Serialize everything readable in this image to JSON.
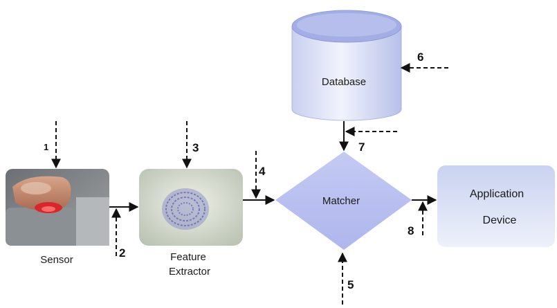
{
  "nodes": {
    "database": {
      "label": "Database"
    },
    "sensor": {
      "label": "Sensor"
    },
    "feature_extractor": {
      "label_line1": "Feature",
      "label_line2": "Extractor"
    },
    "matcher": {
      "label": "Matcher"
    },
    "application_device": {
      "label_line1": "Application",
      "label_line2": "Device"
    }
  },
  "attack_points": [
    "1",
    "2",
    "3",
    "4",
    "5",
    "6",
    "7",
    "8"
  ],
  "colors": {
    "box_blue_light": "#eef1fb",
    "box_blue_dark": "#b9c2ec",
    "diamond": "#b8bff0",
    "arrow": "#111111"
  }
}
